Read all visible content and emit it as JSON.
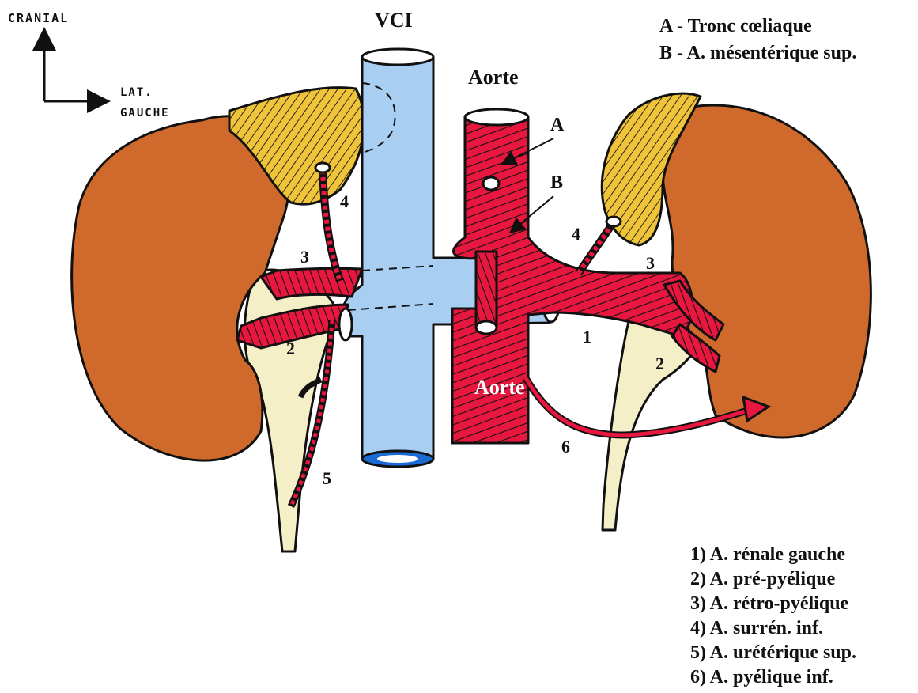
{
  "orientation": {
    "cranial": "CRANIAL",
    "lateral_line1": "LAT.",
    "lateral_line2": "GAUCHE"
  },
  "vessels": {
    "vci": "VCI",
    "aorta": "Aorte"
  },
  "letters": {
    "a": "A",
    "b": "B"
  },
  "legend_letters": [
    "A - Tronc cœliaque",
    "B - A. mésentérique sup."
  ],
  "numbers": {
    "n1": "1",
    "n2_left": "2",
    "n2_right": "2",
    "n3_left": "3",
    "n3_right": "3",
    "n4_left": "4",
    "n4_right": "4",
    "n5": "5",
    "n6": "6"
  },
  "legend_numbers": [
    "1) A. rénale gauche",
    "2) A. pré-pyélique",
    "3) A. rétro-pyélique",
    "4) A. surrén. inf.",
    "5) A. urétérique sup.",
    "6) A. pyélique inf."
  ],
  "colors": {
    "kidney": "#d06a2c",
    "adrenal": "#f0c43a",
    "vena_cava": "#a8cff2",
    "artery": "#e8173f",
    "ureter": "#f4efc6",
    "outline": "#111111"
  }
}
